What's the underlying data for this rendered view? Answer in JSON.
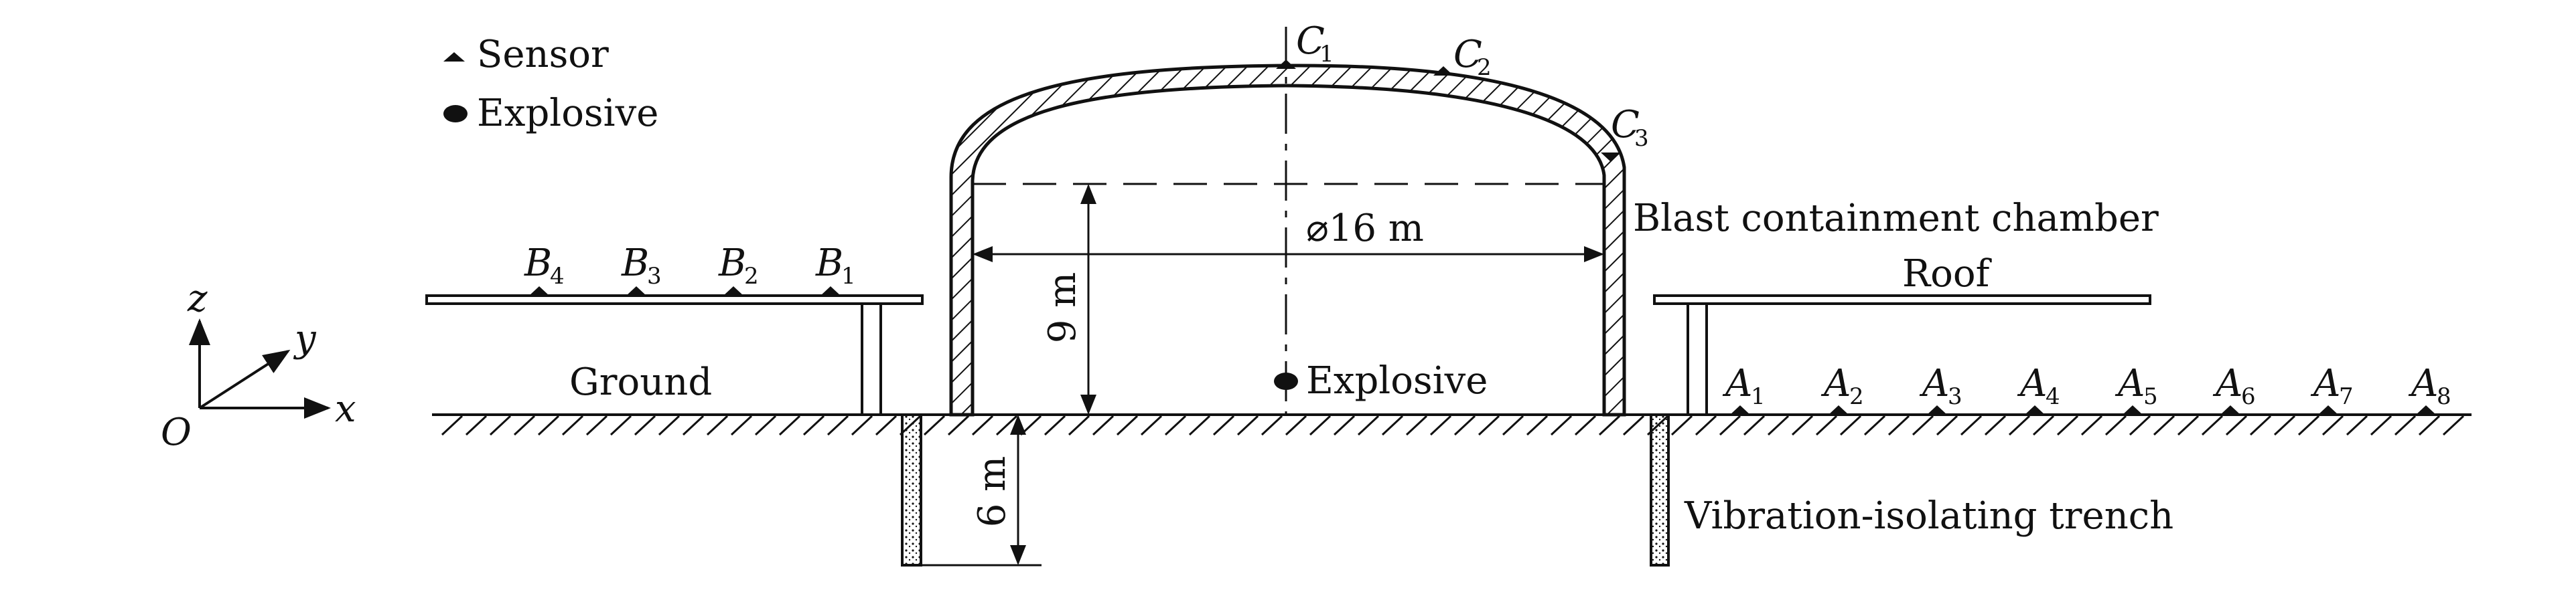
{
  "legend": {
    "sensor_label": "Sensor",
    "explosive_label": "Explosive"
  },
  "axes": {
    "z": "z",
    "y": "y",
    "x": "x",
    "origin": "O"
  },
  "labels": {
    "chamber": "Blast containment chamber",
    "roof": "Roof",
    "ground": "Ground",
    "explosive": "Explosive",
    "trench": "Vibration-isolating trench",
    "diameter": "⌀16 m",
    "height": "9 m",
    "depth": "6 m"
  },
  "sensors": {
    "C": [
      {
        "base": "C",
        "sub": "1"
      },
      {
        "base": "C",
        "sub": "2"
      },
      {
        "base": "C",
        "sub": "3"
      }
    ],
    "B": [
      {
        "base": "B",
        "sub": "4"
      },
      {
        "base": "B",
        "sub": "3"
      },
      {
        "base": "B",
        "sub": "2"
      },
      {
        "base": "B",
        "sub": "1"
      }
    ],
    "A": [
      {
        "base": "A",
        "sub": "1"
      },
      {
        "base": "A",
        "sub": "2"
      },
      {
        "base": "A",
        "sub": "3"
      },
      {
        "base": "A",
        "sub": "4"
      },
      {
        "base": "A",
        "sub": "5"
      },
      {
        "base": "A",
        "sub": "6"
      },
      {
        "base": "A",
        "sub": "7"
      },
      {
        "base": "A",
        "sub": "8"
      }
    ]
  },
  "colors": {
    "line": "#111111",
    "background": "#ffffff"
  }
}
